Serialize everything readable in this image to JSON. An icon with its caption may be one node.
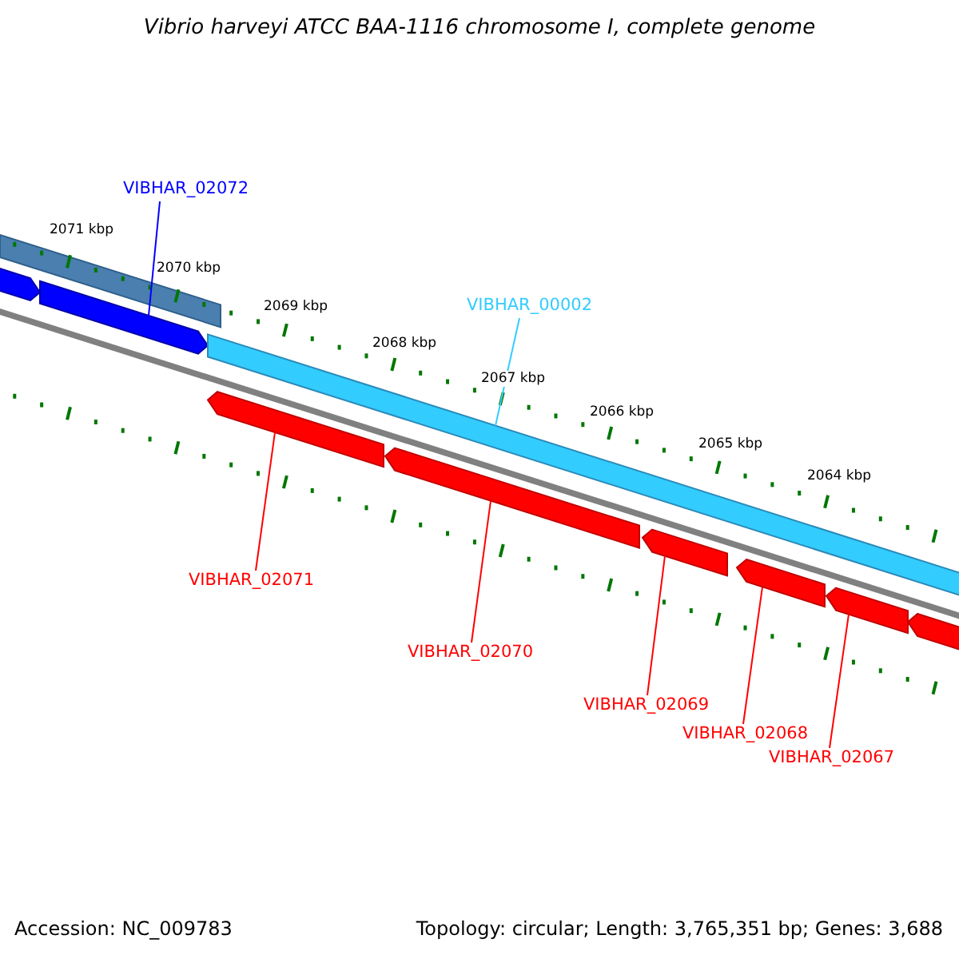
{
  "diagram": {
    "title": "Vibrio harveyi ATCC BAA-1116 chromosome I, complete genome",
    "nodes": [
      {
        "text": [
          "VIBHAR_02072"
        ]
      },
      {
        "text": [],
        "shape": "arrow"
      },
      {
        "text": [
          "VIBHAR_00002"
        ]
      },
      {
        "text": [],
        "shape": "bar"
      },
      {
        "text": [
          "VIBHAR_02071"
        ]
      },
      {
        "text": [],
        "shape": "arrow"
      },
      {
        "text": [
          "VIBHAR_02070"
        ]
      },
      {
        "text": [],
        "shape": "arrow"
      },
      {
        "text": [
          "VIBHAR_02069"
        ]
      },
      {
        "text": [],
        "shape": "arrow"
      },
      {
        "text": [
          "VIBHAR_02068"
        ]
      },
      {
        "text": [],
        "shape": "arrow"
      },
      {
        "text": [
          "VIBHAR_02067"
        ]
      },
      {
        "text": [],
        "shape": "arrow"
      }
    ],
    "edges": [
      {
        "from": 0,
        "to": 1,
        "arrow": "none",
        "color": "#0000ff"
      },
      {
        "from": 2,
        "to": 3,
        "arrow": "none",
        "color": "#33ccff"
      },
      {
        "from": 4,
        "to": 5,
        "arrow": "none"
      },
      {
        "from": 6,
        "to": 7,
        "arrow": "none"
      },
      {
        "from": 8,
        "to": 9,
        "arrow": "none"
      },
      {
        "from": 10,
        "to": 11,
        "arrow": "none"
      },
      {
        "from": 12,
        "to": 13,
        "arrow": "none"
      }
    ],
    "labels": [
      "2071 kbp",
      "2070 kbp",
      "2069 kbp",
      "2068 kbp",
      "2067 kbp",
      "2066 kbp",
      "2065 kbp",
      "2064 kbp",
      "Accession: NC_009783",
      "Topology: circular; Length: 3,765,351 bp; Genes: 3,688"
    ]
  }
}
